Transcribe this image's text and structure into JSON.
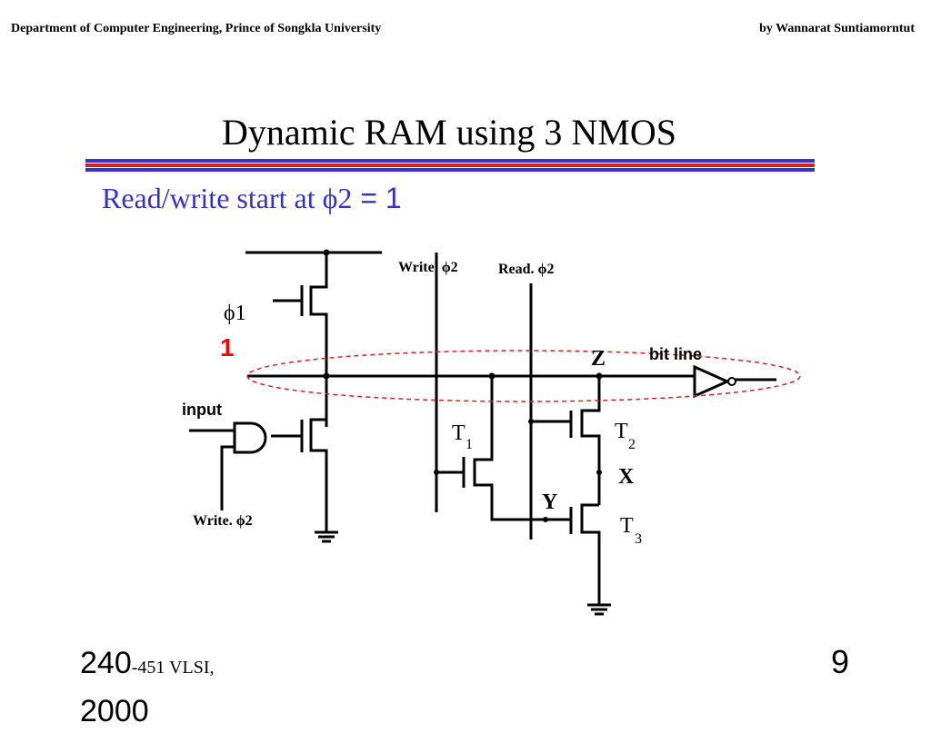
{
  "header": {
    "left": "Department of Computer Engineering, Prince of Songkla University",
    "right": "by Wannarat Suntiamorntut"
  },
  "slide": {
    "title": "Dynamic RAM using  3  NMOS",
    "subtitle_text": "Read/write start at ϕ2",
    "subtitle_eq": " = 1",
    "accent_color": "#3333cc",
    "rule_colors": [
      "#3333cc",
      "#cc2222",
      "#3333cc"
    ]
  },
  "diagram": {
    "phi1": "ϕ1",
    "phi1_value": "1",
    "value_color": "#ff0000",
    "input": "input",
    "write_phi2_top": "Write. ϕ2",
    "read_phi2_top": "Read. ϕ2",
    "write_phi2_bottom": "Write. ϕ2",
    "node_z": "Z",
    "bit_line": "bit line",
    "t1": "T",
    "t1_sub": "1",
    "t2": "T",
    "t2_sub": "2",
    "t3": "T",
    "t3_sub": "3",
    "node_x": "X",
    "node_y": "Y"
  },
  "footer": {
    "course_num": "240",
    "course_rest": "-451  VLSI,",
    "course_year": "2000",
    "page": "9"
  }
}
